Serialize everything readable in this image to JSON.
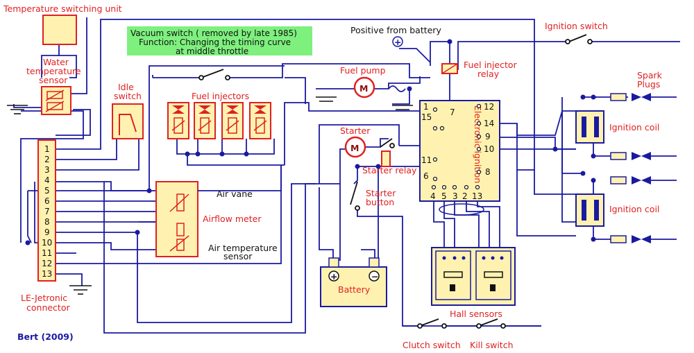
{
  "labels": {
    "temp_switching_unit": "Temperature switching unit",
    "water_temp_sensor": [
      "Water",
      "temperature",
      "sensor"
    ],
    "vacuum_note": [
      "Vacuum switch  ( removed by late 1985)",
      "Function: Changing the timing curve",
      "at middle throttle"
    ],
    "positive_from_battery": "Positive from battery",
    "ignition_switch": "Ignition switch",
    "fuel_pump": "Fuel pump",
    "fuel_injector_relay": [
      "Fuel injector",
      "relay"
    ],
    "idle_switch": [
      "Idle",
      "switch"
    ],
    "fuel_injectors": "Fuel injectors",
    "spark_plugs": [
      "Spark",
      "Plugs"
    ],
    "starter": "Starter",
    "starter_relay": "Starter relay",
    "starter_button": [
      "Starter",
      "button"
    ],
    "electronic_ignition": "Electronic ignition",
    "ignition_coil_1": "Ignition coil",
    "ignition_coil_2": "Ignition coil",
    "air_vane": "Air vane",
    "airflow_meter": "Airflow meter",
    "air_temp_sensor": [
      "Air temperature",
      "sensor"
    ],
    "le_jetronic": [
      "LE-Jetronic",
      "connector"
    ],
    "battery": "Battery",
    "hall_sensors": "Hall sensors",
    "clutch_switch": "Clutch switch",
    "kill_switch": "Kill switch",
    "credit": "Bert (2009)",
    "motor_symbol": "M",
    "plus_symbol": "+",
    "minus_symbol": "−"
  },
  "connector_pins": [
    "1",
    "2",
    "3",
    "4",
    "5",
    "6",
    "7",
    "8",
    "9",
    "10",
    "11",
    "12",
    "13"
  ],
  "ignition_pins": {
    "left": [
      "1",
      "15",
      "11",
      "6"
    ],
    "top_mid": "7",
    "right": [
      "12",
      "14",
      "9",
      "10",
      "8"
    ],
    "bottom": [
      "4",
      "5",
      "3",
      "2",
      "13"
    ]
  },
  "colors": {
    "wire": "#1a1aa0",
    "component_fill": "#fff2b0",
    "component_outline": "#e02020",
    "note_bg": "#7ef07e",
    "label_red": "#e02020"
  }
}
